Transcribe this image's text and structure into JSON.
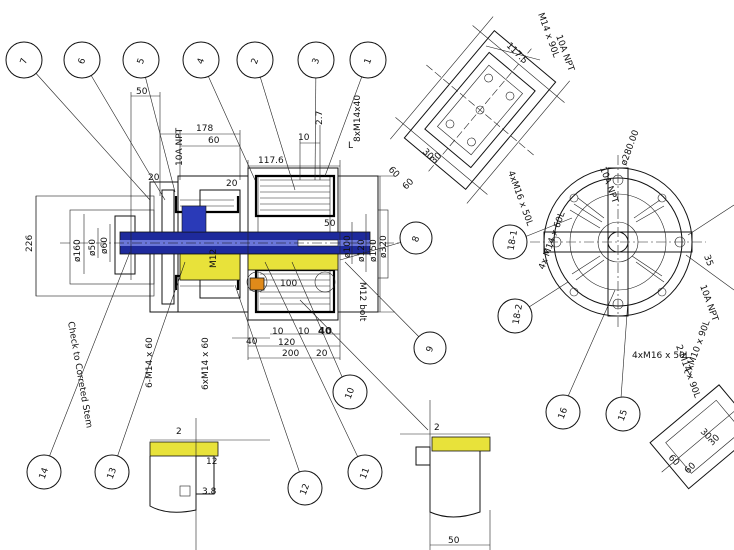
{
  "colors": {
    "line": "#111111",
    "shaft_blue": "#1e2a9c",
    "hub_yellow": "#e8e23a",
    "insert_orange": "#e08a1a",
    "background": "#ffffff"
  },
  "balloons": [
    "7",
    "6",
    "5",
    "4",
    "2",
    "3",
    "1",
    "8",
    "9",
    "10",
    "11",
    "12",
    "13",
    "14",
    "15",
    "16",
    "18-1",
    "18-2"
  ],
  "dimensions": {
    "d50_top": "50",
    "d178": "178",
    "d60": "60",
    "d10a": "10",
    "d2_7": "2.7",
    "d117_6": "117.6",
    "d20a": "20",
    "d20b": "20",
    "d50_right": "50",
    "d226": "226",
    "d160": "ø160",
    "d50_dia": "ø50",
    "d60_dia": "ø60",
    "d120": "ø120",
    "d100": "ø100",
    "d320": "ø320",
    "d150": "ø150",
    "d100_b": "100",
    "d40a": "40",
    "d10b": "10",
    "d10c": "10",
    "d40b": "40",
    "d120b": "120",
    "d200": "200",
    "d20c": "20",
    "d117_5": "117.5",
    "d60b": "60",
    "d60c": "60",
    "d30": "30",
    "d30b": "30",
    "d35": "35",
    "d280": "ø280.00",
    "d50_bottom": "50",
    "d3_8": "3.8",
    "d12": "12",
    "d2a": "2",
    "d2b": "2",
    "d60_br": "60",
    "d60_br2": "60",
    "d30_br": "30",
    "d30_br2": "30"
  },
  "notes": {
    "bolt_top": "8xM14x40",
    "bolt_top_L": "L",
    "npt_left": "10A NPT",
    "npt_right_top": "10A NPT",
    "npt_circle": "10A NPT",
    "m14_90l_top": "M14 x 90L",
    "m16_50l": "4xM16 x 50L",
    "m14_60_left": "6-M14 x 60",
    "m14_60_bottom": "6xM14 x 60",
    "m12": "M12",
    "m12_bolt": "M12 bolt",
    "check_stem": "Check to Correted Stem",
    "m16_50l_b": "4xM16 x 50L",
    "m14_90l_r": "2-M14 x 90L",
    "m10_90l": "2xM10 x 90L",
    "npt_circle_b": "10A NPT",
    "tap_note": "4x M14 x 60L"
  }
}
